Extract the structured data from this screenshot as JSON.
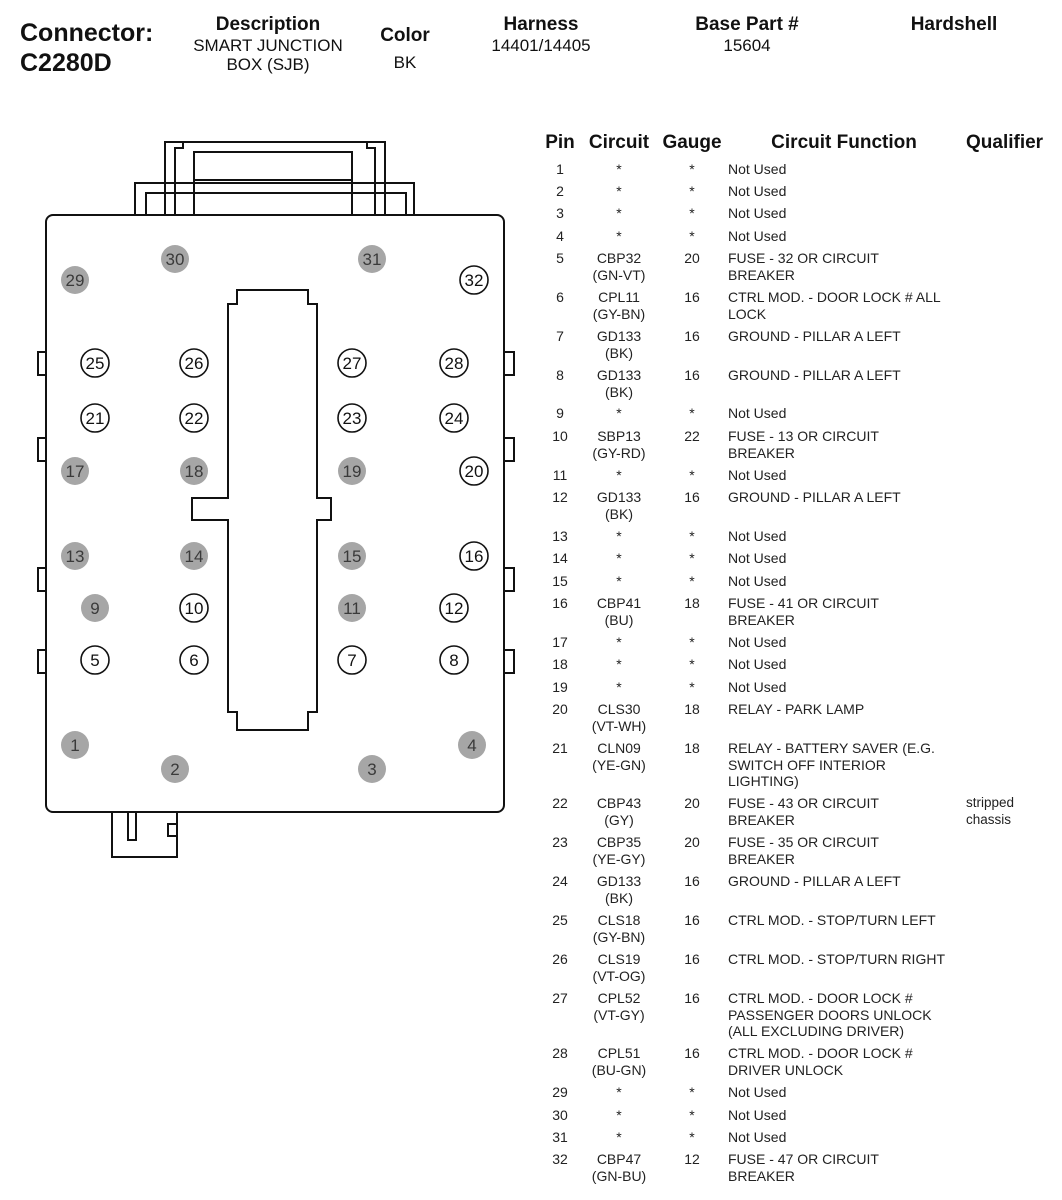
{
  "connector": {
    "label": "Connector:",
    "id": "C2280D"
  },
  "header": {
    "description": {
      "label": "Description",
      "value": "SMART JUNCTION\nBOX (SJB)"
    },
    "color": {
      "label": "Color",
      "value": "BK"
    },
    "harness": {
      "label": "Harness",
      "value": "14401/14405"
    },
    "base_part": {
      "label": "Base Part #",
      "value": "15604"
    },
    "hardshell": {
      "label": "Hardshell",
      "value": ""
    }
  },
  "table": {
    "headers": {
      "pin": "Pin",
      "circuit": "Circuit",
      "gauge": "Gauge",
      "function": "Circuit Function",
      "qualifier": "Qualifier"
    },
    "rows": [
      {
        "pin": "1",
        "circuit": "*",
        "gauge": "*",
        "function": "Not Used",
        "qualifier": ""
      },
      {
        "pin": "2",
        "circuit": "*",
        "gauge": "*",
        "function": "Not Used",
        "qualifier": ""
      },
      {
        "pin": "3",
        "circuit": "*",
        "gauge": "*",
        "function": "Not Used",
        "qualifier": ""
      },
      {
        "pin": "4",
        "circuit": "*",
        "gauge": "*",
        "function": "Not Used",
        "qualifier": ""
      },
      {
        "pin": "5",
        "circuit": "CBP32\n(GN-VT)",
        "gauge": "20",
        "function": "FUSE - 32 OR CIRCUIT\nBREAKER",
        "qualifier": ""
      },
      {
        "pin": "6",
        "circuit": "CPL11\n(GY-BN)",
        "gauge": "16",
        "function": "CTRL MOD. - DOOR LOCK # ALL\nLOCK",
        "qualifier": ""
      },
      {
        "pin": "7",
        "circuit": "GD133\n(BK)",
        "gauge": "16",
        "function": "GROUND - PILLAR A LEFT",
        "qualifier": ""
      },
      {
        "pin": "8",
        "circuit": "GD133\n(BK)",
        "gauge": "16",
        "function": "GROUND - PILLAR A LEFT",
        "qualifier": ""
      },
      {
        "pin": "9",
        "circuit": "*",
        "gauge": "*",
        "function": "Not Used",
        "qualifier": ""
      },
      {
        "pin": "10",
        "circuit": "SBP13\n(GY-RD)",
        "gauge": "22",
        "function": "FUSE - 13 OR CIRCUIT\nBREAKER",
        "qualifier": ""
      },
      {
        "pin": "11",
        "circuit": "*",
        "gauge": "*",
        "function": "Not Used",
        "qualifier": ""
      },
      {
        "pin": "12",
        "circuit": "GD133\n(BK)",
        "gauge": "16",
        "function": "GROUND - PILLAR A LEFT",
        "qualifier": ""
      },
      {
        "pin": "13",
        "circuit": "*",
        "gauge": "*",
        "function": "Not Used",
        "qualifier": ""
      },
      {
        "pin": "14",
        "circuit": "*",
        "gauge": "*",
        "function": "Not Used",
        "qualifier": ""
      },
      {
        "pin": "15",
        "circuit": "*",
        "gauge": "*",
        "function": "Not Used",
        "qualifier": ""
      },
      {
        "pin": "16",
        "circuit": "CBP41\n(BU)",
        "gauge": "18",
        "function": "FUSE - 41 OR CIRCUIT\nBREAKER",
        "qualifier": ""
      },
      {
        "pin": "17",
        "circuit": "*",
        "gauge": "*",
        "function": "Not Used",
        "qualifier": ""
      },
      {
        "pin": "18",
        "circuit": "*",
        "gauge": "*",
        "function": "Not Used",
        "qualifier": ""
      },
      {
        "pin": "19",
        "circuit": "*",
        "gauge": "*",
        "function": "Not Used",
        "qualifier": ""
      },
      {
        "pin": "20",
        "circuit": "CLS30\n(VT-WH)",
        "gauge": "18",
        "function": "RELAY - PARK LAMP",
        "qualifier": ""
      },
      {
        "pin": "21",
        "circuit": "CLN09\n(YE-GN)",
        "gauge": "18",
        "function": "RELAY - BATTERY SAVER (E.G.\nSWITCH OFF INTERIOR\nLIGHTING)",
        "qualifier": ""
      },
      {
        "pin": "22",
        "circuit": "CBP43\n(GY)",
        "gauge": "20",
        "function": "FUSE - 43 OR CIRCUIT\nBREAKER",
        "qualifier": "stripped\nchassis"
      },
      {
        "pin": "23",
        "circuit": "CBP35\n(YE-GY)",
        "gauge": "20",
        "function": "FUSE - 35 OR CIRCUIT\nBREAKER",
        "qualifier": ""
      },
      {
        "pin": "24",
        "circuit": "GD133\n(BK)",
        "gauge": "16",
        "function": "GROUND - PILLAR A LEFT",
        "qualifier": ""
      },
      {
        "pin": "25",
        "circuit": "CLS18\n(GY-BN)",
        "gauge": "16",
        "function": "CTRL MOD. - STOP/TURN LEFT",
        "qualifier": ""
      },
      {
        "pin": "26",
        "circuit": "CLS19\n(VT-OG)",
        "gauge": "16",
        "function": "CTRL MOD. - STOP/TURN RIGHT",
        "qualifier": ""
      },
      {
        "pin": "27",
        "circuit": "CPL52\n(VT-GY)",
        "gauge": "16",
        "function": "CTRL MOD. - DOOR LOCK #\nPASSENGER DOORS UNLOCK\n(ALL EXCLUDING DRIVER)",
        "qualifier": ""
      },
      {
        "pin": "28",
        "circuit": "CPL51\n(BU-GN)",
        "gauge": "16",
        "function": "CTRL MOD. - DOOR LOCK #\nDRIVER UNLOCK",
        "qualifier": ""
      },
      {
        "pin": "29",
        "circuit": "*",
        "gauge": "*",
        "function": "Not Used",
        "qualifier": ""
      },
      {
        "pin": "30",
        "circuit": "*",
        "gauge": "*",
        "function": "Not Used",
        "qualifier": ""
      },
      {
        "pin": "31",
        "circuit": "*",
        "gauge": "*",
        "function": "Not Used",
        "qualifier": ""
      },
      {
        "pin": "32",
        "circuit": "CBP47\n(GN-BU)",
        "gauge": "12",
        "function": "FUSE - 47 OR CIRCUIT\nBREAKER",
        "qualifier": ""
      }
    ]
  },
  "pins": [
    {
      "n": "1",
      "used": false
    },
    {
      "n": "2",
      "used": false
    },
    {
      "n": "3",
      "used": false
    },
    {
      "n": "4",
      "used": false
    },
    {
      "n": "5",
      "used": true
    },
    {
      "n": "6",
      "used": true
    },
    {
      "n": "7",
      "used": true
    },
    {
      "n": "8",
      "used": true
    },
    {
      "n": "9",
      "used": false
    },
    {
      "n": "10",
      "used": true
    },
    {
      "n": "11",
      "used": false
    },
    {
      "n": "12",
      "used": true
    },
    {
      "n": "13",
      "used": false
    },
    {
      "n": "14",
      "used": false
    },
    {
      "n": "15",
      "used": false
    },
    {
      "n": "16",
      "used": true
    },
    {
      "n": "17",
      "used": false
    },
    {
      "n": "18",
      "used": false
    },
    {
      "n": "19",
      "used": false
    },
    {
      "n": "20",
      "used": true
    },
    {
      "n": "21",
      "used": true
    },
    {
      "n": "22",
      "used": true
    },
    {
      "n": "23",
      "used": true
    },
    {
      "n": "24",
      "used": true
    },
    {
      "n": "25",
      "used": true
    },
    {
      "n": "26",
      "used": true
    },
    {
      "n": "27",
      "used": true
    },
    {
      "n": "28",
      "used": true
    },
    {
      "n": "29",
      "used": false
    },
    {
      "n": "30",
      "used": false
    },
    {
      "n": "31",
      "used": false
    },
    {
      "n": "32",
      "used": true
    }
  ],
  "colors": {
    "unused_pin": "#a6a6a6",
    "used_pin_fill": "#ffffff",
    "outline": "#111111"
  }
}
